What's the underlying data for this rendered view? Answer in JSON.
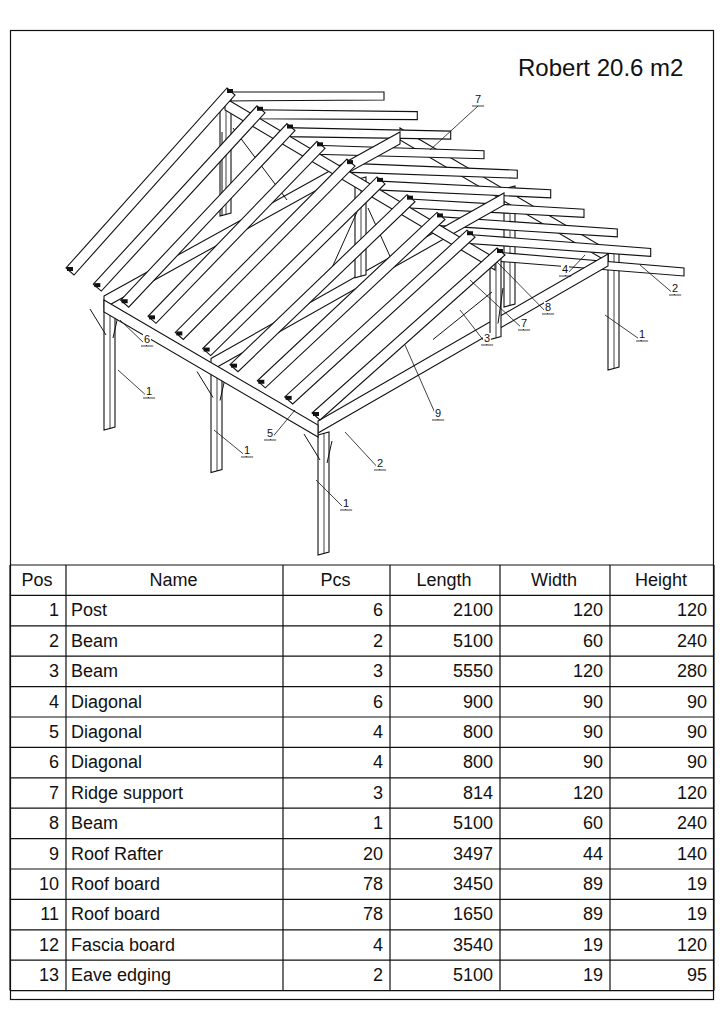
{
  "diagram": {
    "title": "Robert 20.6 m2",
    "labels": [
      "7",
      "2",
      "4",
      "1",
      "6",
      "8",
      "7",
      "3",
      "1",
      "9",
      "5",
      "1",
      "2",
      "1",
      "Pos",
      "Name",
      "Pcs",
      "Length",
      "Width",
      "Height",
      "1",
      "Post",
      "6",
      "2100",
      "120",
      "120",
      "2",
      "Beam",
      "2",
      "5100",
      "60",
      "240",
      "3",
      "Beam",
      "3",
      "5550",
      "120",
      "280",
      "4",
      "Diagonal",
      "6",
      "900",
      "90",
      "90",
      "5",
      "Diagonal",
      "4",
      "800",
      "90",
      "90",
      "6",
      "Diagonal",
      "4",
      "800",
      "90",
      "90",
      "7",
      "Ridge support",
      "3",
      "814",
      "120",
      "120",
      "8",
      "Beam",
      "1",
      "5100",
      "60",
      "240",
      "9",
      "Roof Rafter",
      "20",
      "3497",
      "44",
      "140",
      "10",
      "Roof board",
      "78",
      "3450",
      "89",
      "19",
      "11",
      "Roof board",
      "78",
      "1650",
      "89",
      "19",
      "12",
      "Fascia board",
      "4",
      "3540",
      "19",
      "120",
      "13",
      "Eave edging",
      "2",
      "5100",
      "19",
      "95"
    ]
  }
}
